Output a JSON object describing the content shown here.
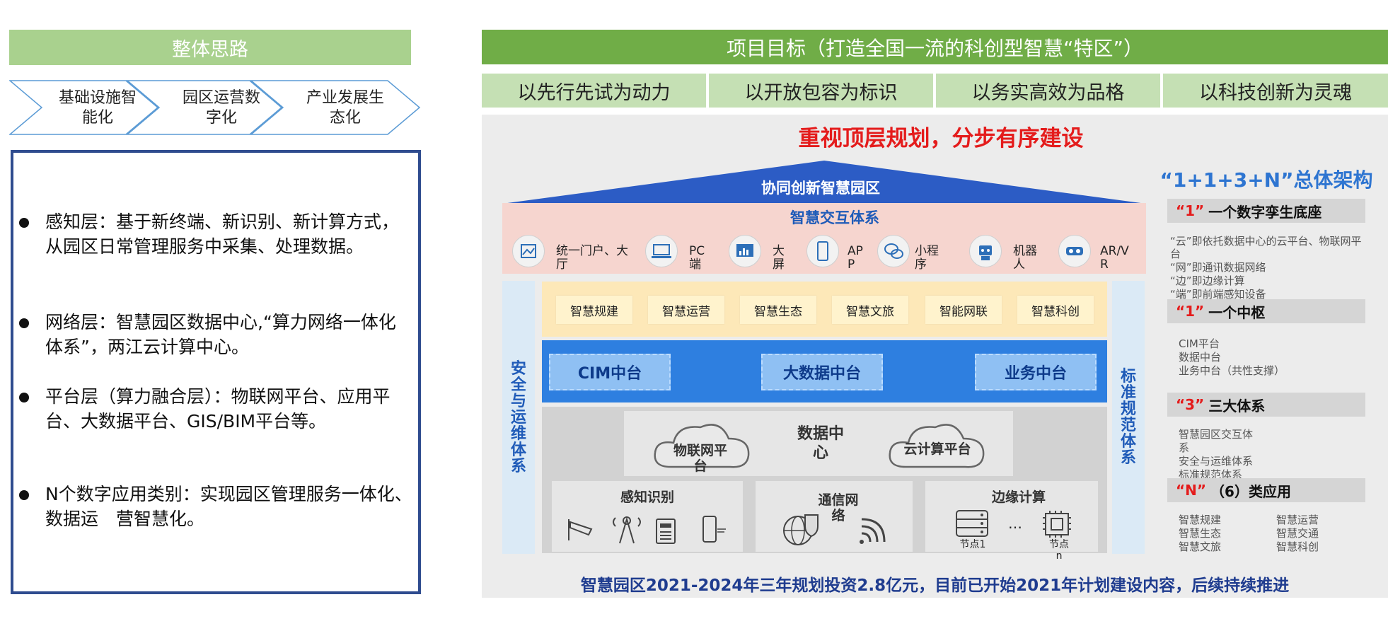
{
  "left": {
    "header": "整体思路",
    "chevrons": [
      "基础设施智\n能化",
      "园区运营数\n字化",
      "产业发展生\n态化"
    ],
    "bullets": [
      "感知层：基于新终端、新识别、新计算方式，从园区日常管理服务中采集、处理数据。",
      "网络层：智慧园区数据中心,“算力网络一体化体系”，两江云计算中心。",
      "平台层（算力融合层）：物联网平台、应用平台、大数据平台、GIS/BIM平台等。",
      "N个数字应用类别：实现园区管理服务一体化、数据运　营智慧化。"
    ]
  },
  "right": {
    "title": "项目目标（打造全国一流的科创型智慧“特区”）",
    "goals": [
      "以先行先试为动力",
      "以开放包容为标识",
      "以务实高效为品格",
      "以科技创新为灵魂"
    ],
    "main_title": "重视顶层规划，分步有序建设",
    "roof_label": "协同创新智慧园区",
    "interaction": {
      "title": "智慧交互体系",
      "channels": [
        "统一门户、大\n厅",
        "PC\n端",
        "大\n屏",
        "AP\nP",
        "小程\n序",
        "机器\n人",
        "AR/V\nR"
      ]
    },
    "left_side": "安全与运维体系",
    "right_side": "标准规范体系",
    "apps": [
      "智慧规建",
      "智慧运营",
      "智慧生态",
      "智慧文旅",
      "智能网联",
      "智慧科创"
    ],
    "platforms": [
      "CIM中台",
      "大数据中台",
      "业务中台"
    ],
    "data_center": {
      "label": "数据中\n心",
      "clouds": [
        "物联网平\n台",
        "云计算平台"
      ]
    },
    "sensing": {
      "title": "感知识别"
    },
    "network": {
      "title": "通信网\n络"
    },
    "edge": {
      "title": "边缘计算",
      "nodes": [
        "节点1",
        "…",
        "节点\nn"
      ]
    },
    "caption": "智慧园区2021-2024年三年规划投资2.8亿元，目前已开始2021年计划建设内容，后续持续推进"
  },
  "legend": {
    "title": "“1+1+3+N”总体架构",
    "sections": [
      {
        "num": "“1”",
        "title": "一个数字孪生底座",
        "lines": [
          "“云”即依托数据中心的云平台、物联网平",
          "台",
          "“网”即通讯数据网络",
          "“边”即边缘计算",
          "“端”即前端感知设备"
        ]
      },
      {
        "num": "“1”",
        "title": "一个中枢",
        "lines": [
          "CIM平台",
          "数据中台",
          "业务中台（共性支撑）"
        ]
      },
      {
        "num": "“3”",
        "title": "三大体系",
        "lines": [
          "智慧园区交互体",
          "系",
          "安全与运维体系",
          "标准规范体系"
        ]
      },
      {
        "num": "“N”",
        "title": "（6）类应用",
        "col1": [
          "智慧规建",
          "智慧生态",
          "智慧文旅"
        ],
        "col2": [
          "智慧运营",
          "智慧交通",
          "智慧科创"
        ]
      }
    ]
  }
}
